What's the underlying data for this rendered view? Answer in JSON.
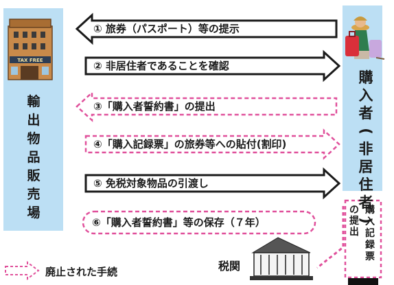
{
  "store": {
    "sign": "TAX FREE",
    "label_chars": [
      "輸",
      "出",
      "物",
      "品",
      "販",
      "売",
      "場"
    ]
  },
  "buyer": {
    "label_chars": [
      "購",
      "入",
      "者",
      "(",
      "非",
      "居",
      "住",
      "者",
      ")"
    ]
  },
  "steps": [
    {
      "text": "① 旅券（パスポート）等の提示",
      "abolished": false
    },
    {
      "text": "② 非居住者であることを確認",
      "abolished": false
    },
    {
      "text": "③「購入者誓約書」の提出",
      "abolished": true
    },
    {
      "text": "④「購入記録票」の旅券等への貼付(割印)",
      "abolished": true
    },
    {
      "text": "⑤ 免税対象物品の引渡し",
      "abolished": false
    },
    {
      "text": "⑥「購入者誓約書」等の保存（７年）",
      "abolished": true
    }
  ],
  "customs": {
    "label": "税関",
    "submit_chars": [
      "の",
      "提",
      "出"
    ],
    "record_chars": [
      "購",
      "入",
      "記",
      "録",
      "票"
    ]
  },
  "legend": {
    "label": "廃止された手続"
  },
  "colors": {
    "panel_blue": "#bcdff4",
    "abolished_pink": "#e0509b",
    "solid_border": "#1a1a1a"
  }
}
